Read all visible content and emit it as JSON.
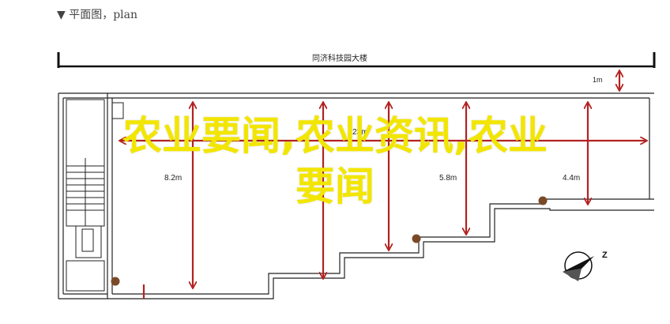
{
  "caption": "▼ 平面图，plan",
  "plan": {
    "building_title": "同济科技园大楼",
    "dimensions": {
      "d1m": "1m",
      "d82": "8.2m",
      "d23": "23m",
      "d58": "5.8m",
      "d44": "4.4m"
    },
    "colors": {
      "arrow": "#b22222",
      "wall": "#222222",
      "node": "#7a4a28"
    },
    "compass_icon": "north-arrow"
  },
  "overlay": {
    "line1": "农业要闻,农业资讯,农业",
    "line2": "要闻"
  }
}
